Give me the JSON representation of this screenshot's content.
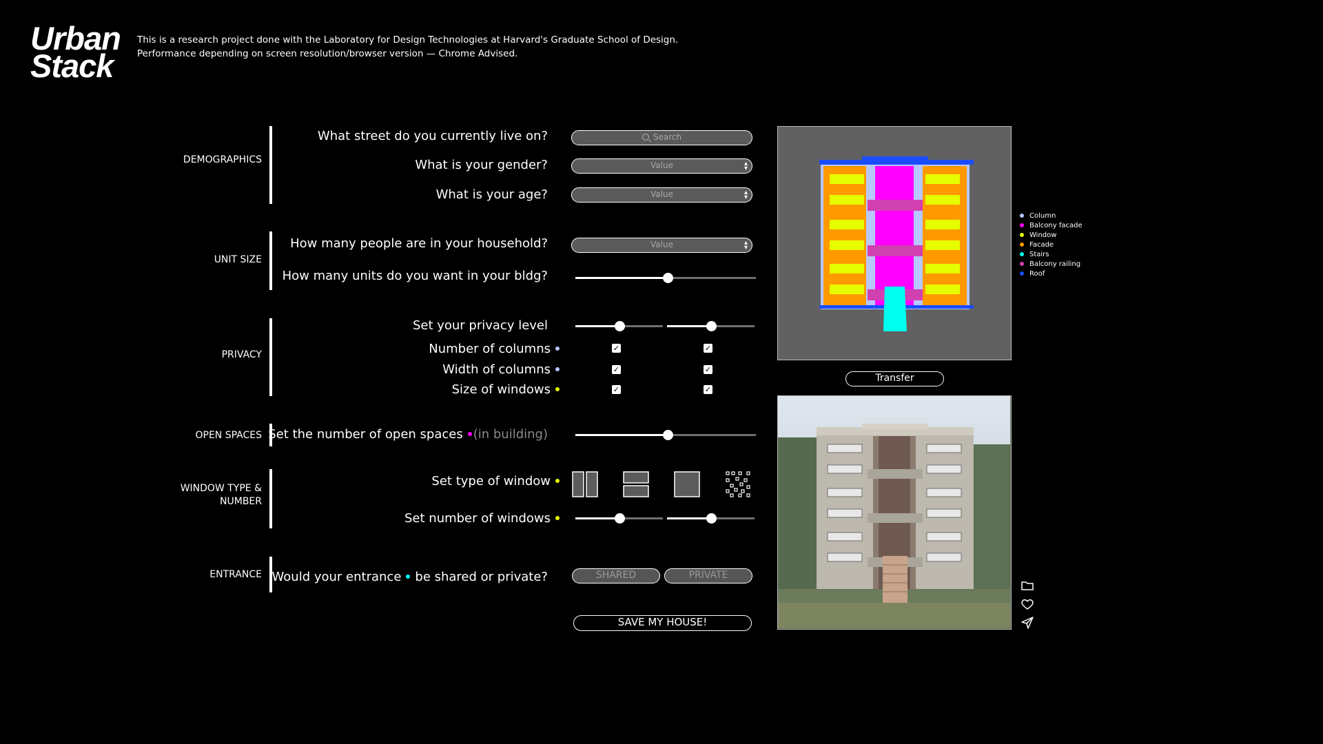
{
  "header": {
    "logo_line1": "Urban",
    "logo_line2": "Stack",
    "intro_line1": "This is a research project done with the Laboratory for Design Technologies at Harvard's Graduate School of Design.",
    "intro_line2": "Performance depending on screen resolution/browser version — Chrome Advised."
  },
  "colors": {
    "column": "#b8c8ff",
    "balcony_facade": "#ff00ff",
    "window": "#e6ff00",
    "facade": "#ff9900",
    "stairs": "#00ffee",
    "balcony_railing": "#d040b0",
    "roof": "#1a4dff"
  },
  "sections": {
    "demographics": {
      "label": "DEMOGRAPHICS",
      "q_street": "What street do you currently live on?",
      "street_placeholder": "Search",
      "q_gender": "What is your gender?",
      "gender_value": "Value",
      "q_age": "What is your age?",
      "age_value": "Value"
    },
    "unit_size": {
      "label": "UNIT SIZE",
      "q_household": "How many people are in your household?",
      "household_value": "Value",
      "q_units": "How many units do you want in your bldg?",
      "units_slider": 0.51
    },
    "privacy": {
      "label": "PRIVACY",
      "q_privacy": "Set your privacy level",
      "privacy_slider_a": 0.5,
      "privacy_slider_b": 0.5,
      "q_num_columns": "Number of columns",
      "q_width_columns": "Width of columns",
      "q_size_windows": "Size of windows",
      "checkbox_glyph": "✓",
      "checks": {
        "num_columns": [
          true,
          true
        ],
        "width_columns": [
          true,
          true
        ],
        "size_windows": [
          true,
          true
        ]
      }
    },
    "open_spaces": {
      "label": "OPEN SPACES",
      "q_open": "Set the number of open spaces",
      "q_open_note": "(in building)",
      "open_slider": 0.51
    },
    "window_type": {
      "label_line1": "WINDOW TYPE &",
      "label_line2": "NUMBER",
      "q_type": "Set type of window",
      "options": [
        "vertical-split",
        "horizontal-split",
        "single-pane",
        "scattered"
      ],
      "q_number": "Set number of windows",
      "number_slider_a": 0.5,
      "number_slider_b": 0.5
    },
    "entrance": {
      "label": "ENTRANCE",
      "q_before": "Would your entrance",
      "q_after": "be shared or private?",
      "shared": "SHARED",
      "private": "PRIVATE"
    }
  },
  "save_button": "SAVE MY HOUSE!",
  "transfer_button": "Transfer",
  "legend": [
    "Column",
    "Balcony facade",
    "Window",
    "Facade",
    "Stairs",
    "Balcony railing",
    "Roof"
  ],
  "icons": [
    "folder-icon",
    "heart-icon",
    "send-icon",
    "search-icon",
    "chevron-updown-icon"
  ]
}
